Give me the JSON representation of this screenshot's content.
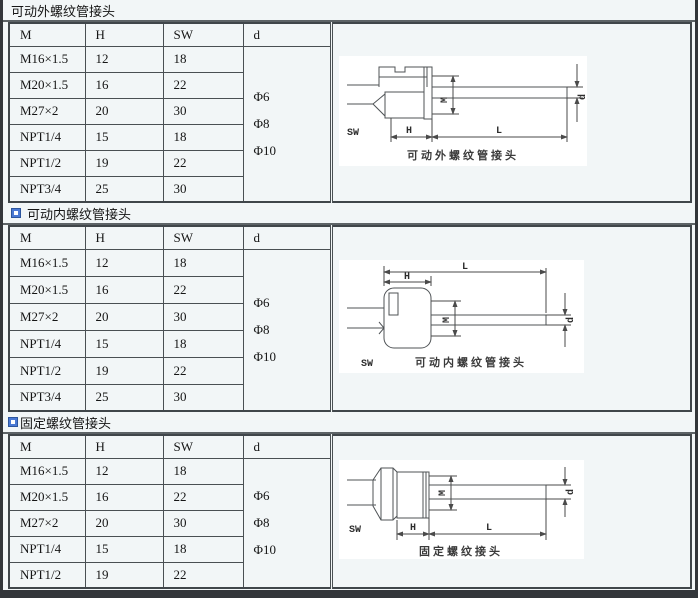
{
  "window": {
    "frame_color": "#33363a",
    "background": "#f2f6f7",
    "bullet_blue": "#4a79d4"
  },
  "sections": [
    {
      "title": "可动外螺纹管接头",
      "title_icon": null,
      "table": {
        "headers": [
          "M",
          "H",
          "SW",
          "d"
        ],
        "rows": [
          [
            "M16×1.5",
            "12",
            "18"
          ],
          [
            "M20×1.5",
            "16",
            "22"
          ],
          [
            "M27×2",
            "20",
            "30"
          ],
          [
            "NPT1/4",
            "15",
            "18"
          ],
          [
            "NPT1/2",
            "19",
            "22"
          ],
          [
            "NPT3/4",
            "25",
            "30"
          ]
        ],
        "d_values": [
          "Φ6",
          "Φ8",
          "Φ10"
        ]
      },
      "diagram": {
        "caption": "可动外螺纹管接头",
        "labels": {
          "SW": "SW",
          "H": "H",
          "L": "L",
          "M": "M",
          "d": "d"
        }
      }
    },
    {
      "title": "可动内螺纹管接头",
      "title_icon": "blue-bullet-icon",
      "table": {
        "headers": [
          "M",
          "H",
          "SW",
          "d"
        ],
        "rows": [
          [
            "M16×1.5",
            "12",
            "18"
          ],
          [
            "M20×1.5",
            "16",
            "22"
          ],
          [
            "M27×2",
            "20",
            "30"
          ],
          [
            "NPT1/4",
            "15",
            "18"
          ],
          [
            "NPT1/2",
            "19",
            "22"
          ],
          [
            "NPT3/4",
            "25",
            "30"
          ]
        ],
        "d_values": [
          "Φ6",
          "Φ8",
          "Φ10"
        ]
      },
      "diagram": {
        "caption": "可动内螺纹管接头",
        "labels": {
          "SW": "SW",
          "H": "H",
          "L": "L",
          "M": "M",
          "d": "d"
        }
      }
    },
    {
      "title": "固定螺纹管接头",
      "title_icon": "blue-bullet-icon",
      "table": {
        "headers": [
          "M",
          "H",
          "SW",
          "d"
        ],
        "rows": [
          [
            "M16×1.5",
            "12",
            "18"
          ],
          [
            "M20×1.5",
            "16",
            "22"
          ],
          [
            "M27×2",
            "20",
            "30"
          ],
          [
            "NPT1/4",
            "15",
            "18"
          ],
          [
            "NPT1/2",
            "19",
            "22"
          ]
        ],
        "d_values": [
          "Φ6",
          "Φ8",
          "Φ10"
        ]
      },
      "diagram": {
        "caption": "固定螺纹接头",
        "labels": {
          "SW": "SW",
          "H": "H",
          "L": "L",
          "M": "M",
          "d": "d"
        }
      }
    }
  ]
}
